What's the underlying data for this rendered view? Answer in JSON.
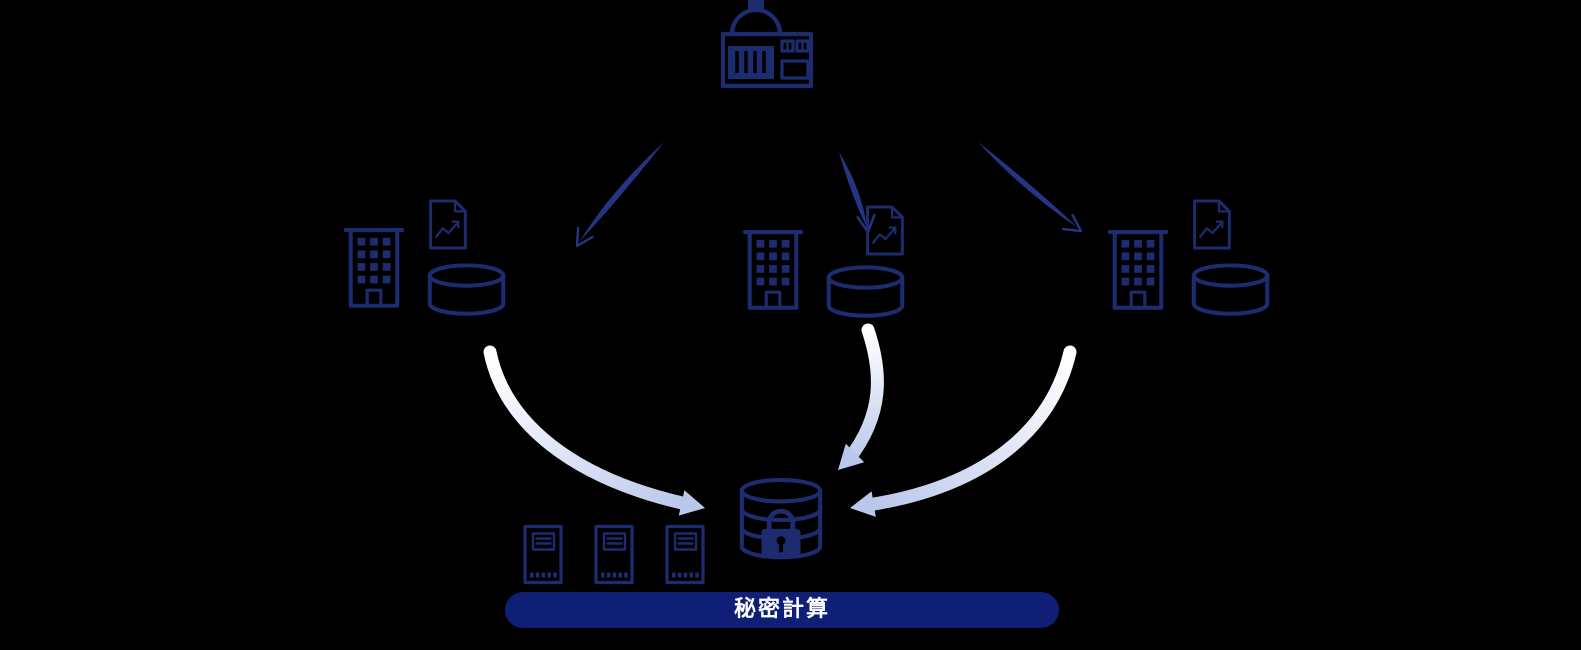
{
  "diagram": {
    "banner": {
      "label": "秘密計算"
    },
    "colors": {
      "background": "#000000",
      "navy": "#1d2b6f",
      "arrow_navy": "#253584",
      "banner_navy": "#0e1f75",
      "banner_text": "#ffffff",
      "arrow_gradient_start": "#ffffff",
      "arrow_gradient_end": "#b9c7ea"
    },
    "top_node": {
      "icon": "government-building-icon"
    },
    "organizations": [
      {
        "name": "organization-left",
        "icons": [
          "office-building-icon",
          "chart-document-icon",
          "database-cylinder-icon"
        ]
      },
      {
        "name": "organization-center",
        "icons": [
          "office-building-icon",
          "chart-document-icon",
          "database-cylinder-icon"
        ]
      },
      {
        "name": "organization-right",
        "icons": [
          "office-building-icon",
          "chart-document-icon",
          "database-cylinder-icon"
        ]
      }
    ],
    "distribution_arrows": [
      {
        "name": "arrow-top-to-left-org"
      },
      {
        "name": "arrow-top-to-center-org"
      },
      {
        "name": "arrow-top-to-right-org"
      }
    ],
    "data_flow_arrows": [
      {
        "name": "arrow-left-org-to-secure-db"
      },
      {
        "name": "arrow-center-org-to-secure-db"
      },
      {
        "name": "arrow-right-org-to-secure-db"
      }
    ],
    "secure_database": {
      "icon": "locked-database-icon"
    },
    "servers": {
      "icon": "server-icon",
      "count": 3
    }
  }
}
